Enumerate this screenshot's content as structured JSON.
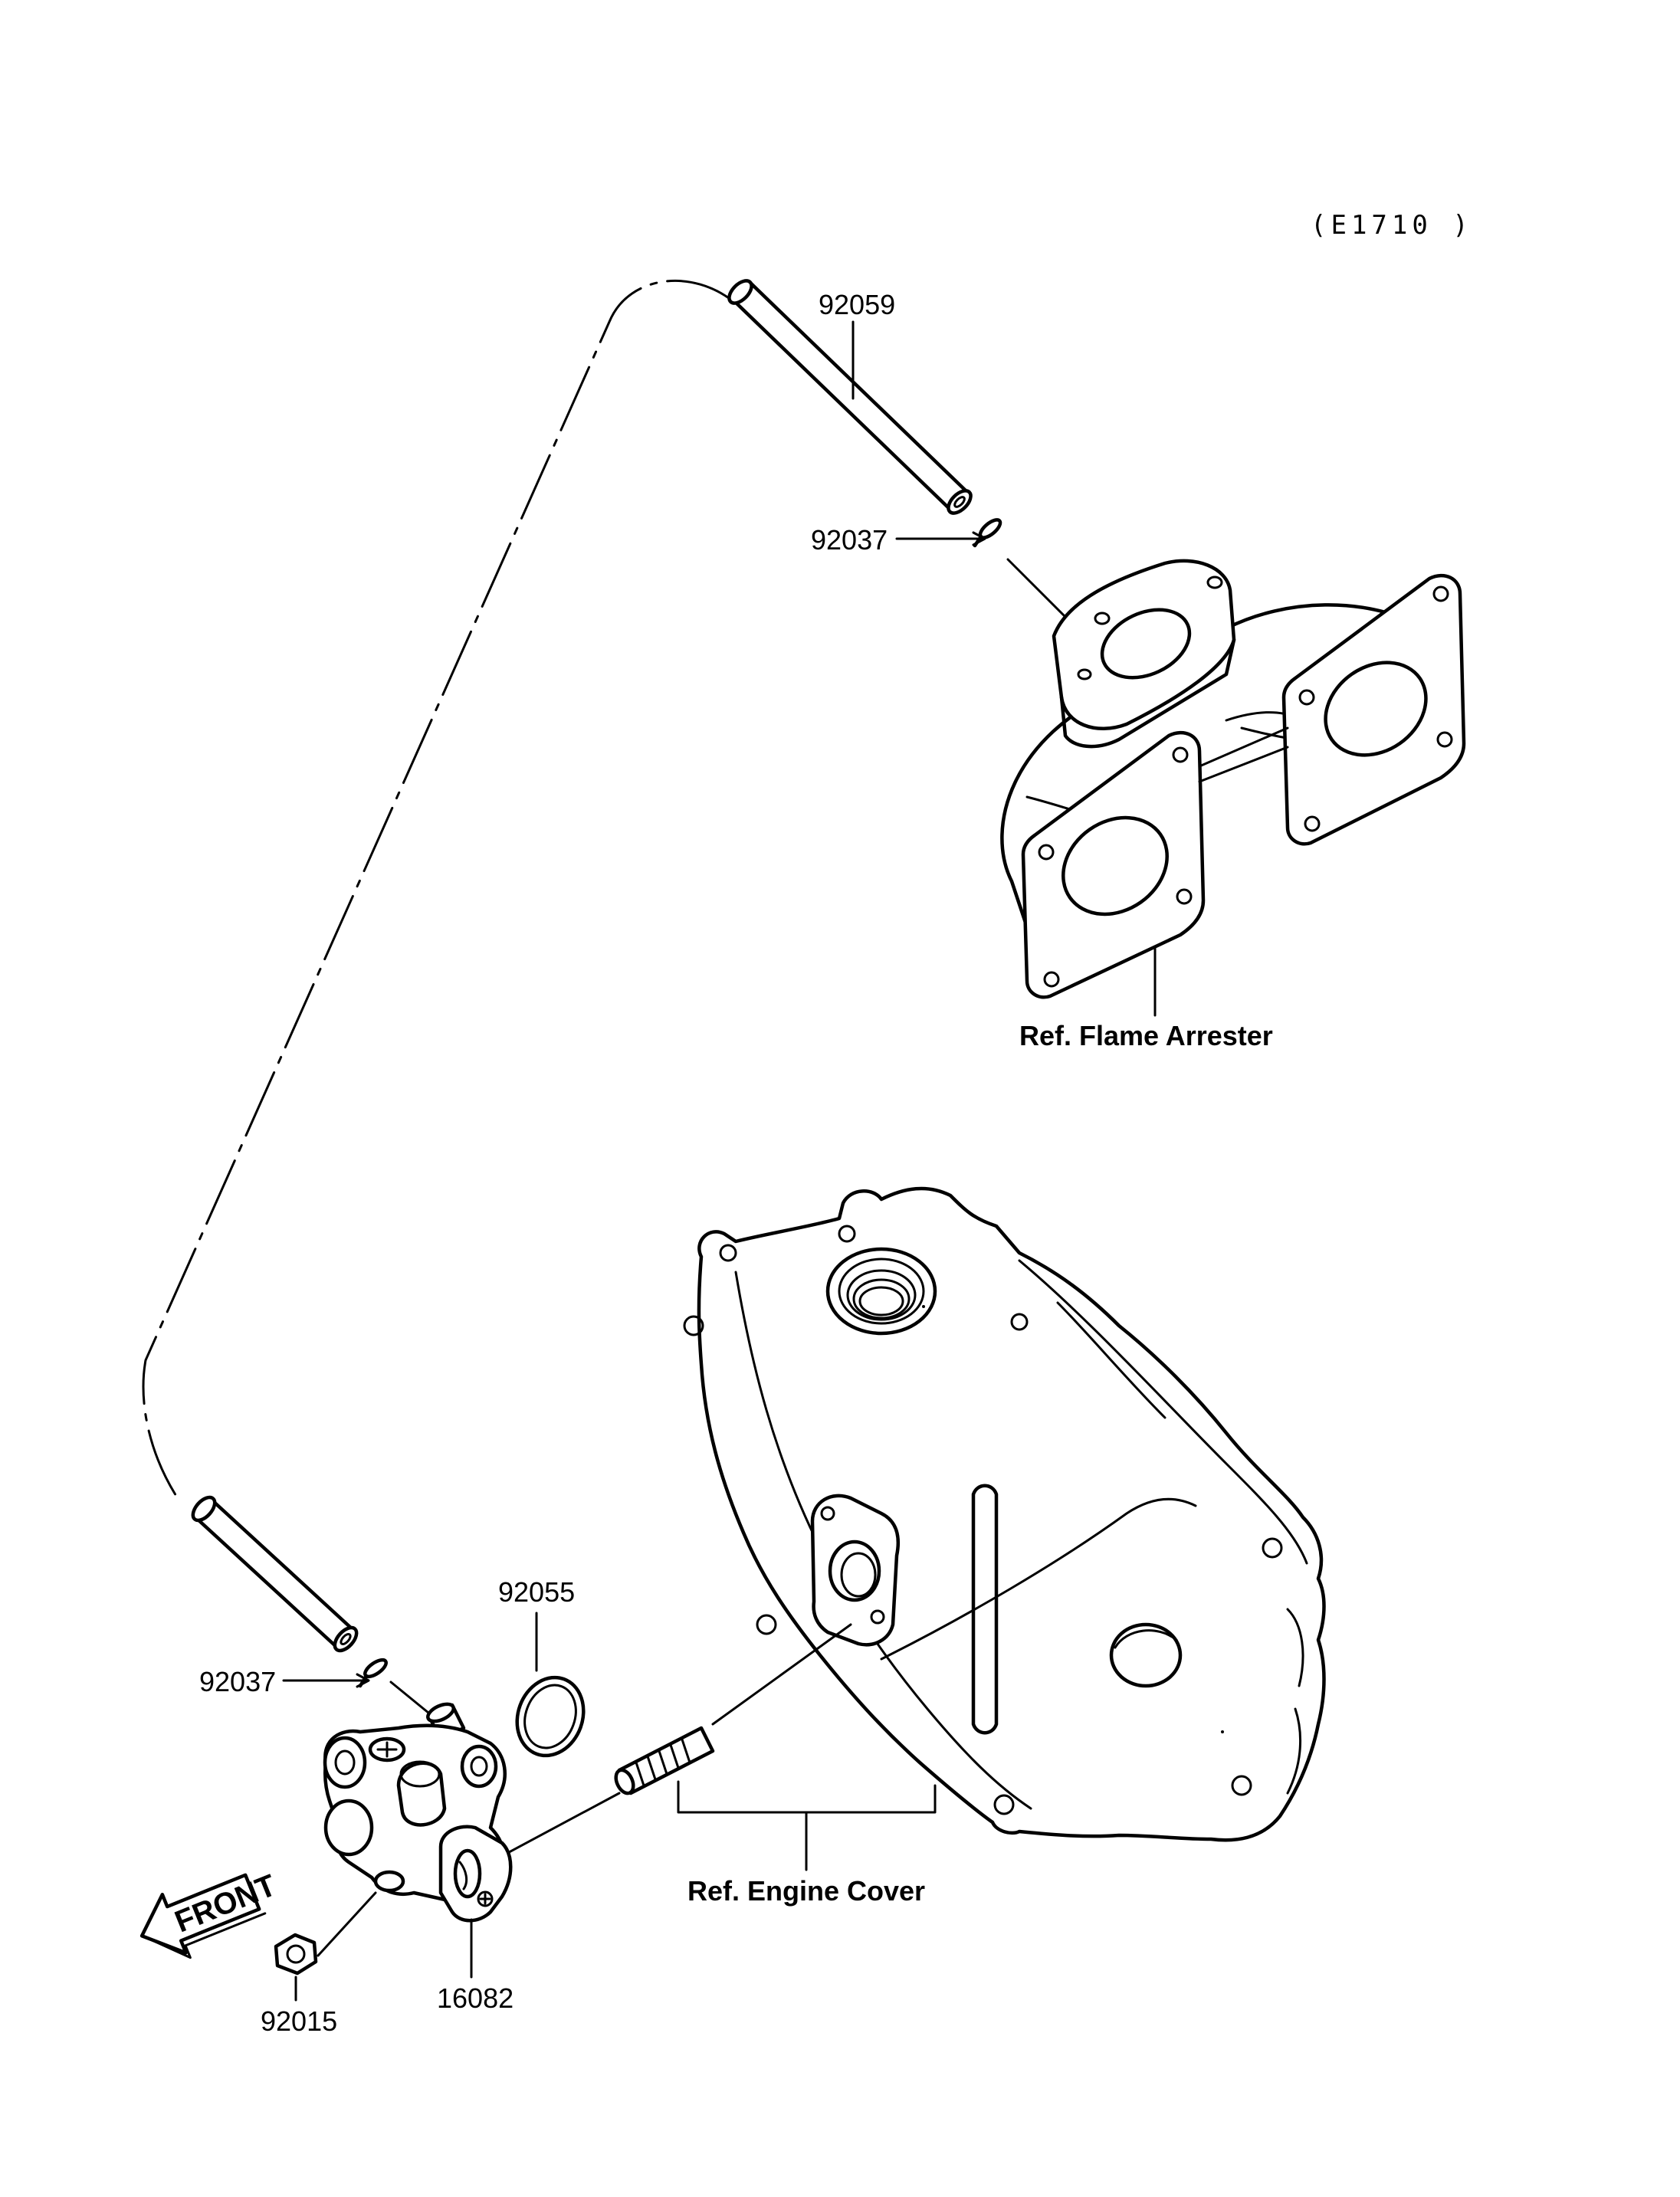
{
  "diagram_code": "(E1710 )",
  "parts": {
    "tube_upper": "92059",
    "clamp_upper": "92037",
    "clamp_lower": "92037",
    "o_ring": "92055",
    "nut": "92015",
    "pump": "16082"
  },
  "references": {
    "flame_arrester": "Ref. Flame Arrester",
    "engine_cover": "Ref. Engine Cover"
  },
  "direction": {
    "front": "FRONT"
  },
  "icons": [
    "front-arrow-icon"
  ]
}
